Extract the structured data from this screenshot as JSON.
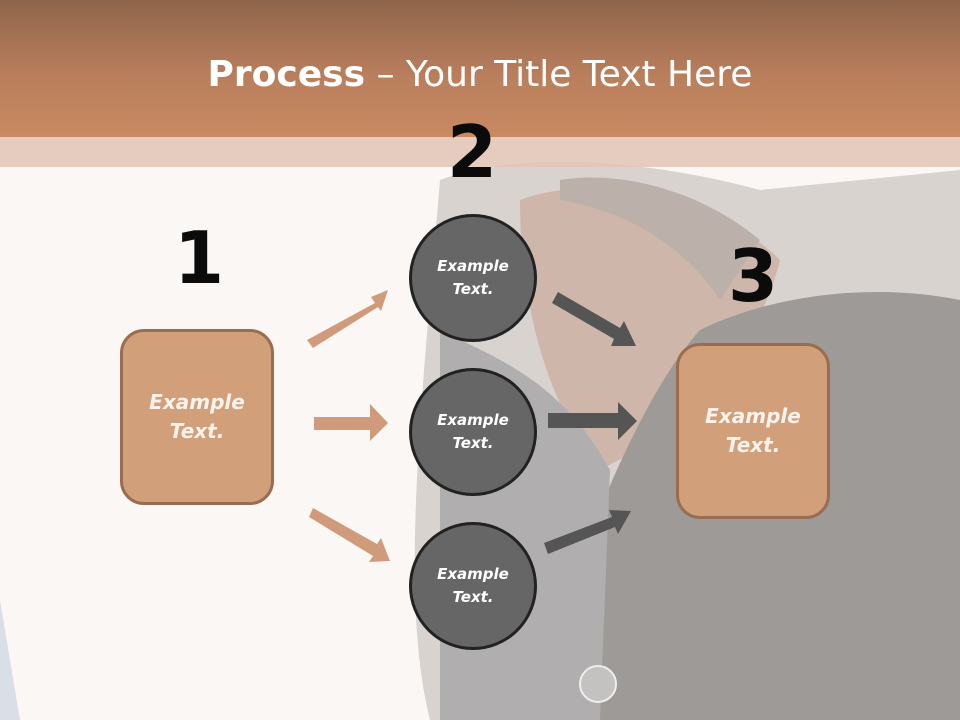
{
  "title": {
    "bold": "Process",
    "rest": " – Your Title Text Here"
  },
  "steps": [
    {
      "number": "1",
      "line1": "Example",
      "line2": "Text."
    },
    {
      "number": "2"
    },
    {
      "number": "3",
      "line1": "Example",
      "line2": "Text."
    }
  ],
  "middle": [
    {
      "line1": "Example",
      "line2": "Text."
    },
    {
      "line1": "Example",
      "line2": "Text."
    },
    {
      "line1": "Example",
      "line2": "Text."
    }
  ],
  "colors": {
    "accent": "#d29f7b",
    "header": "#b97e5c",
    "circle": "#666666",
    "dark_arrow": "#555555"
  }
}
